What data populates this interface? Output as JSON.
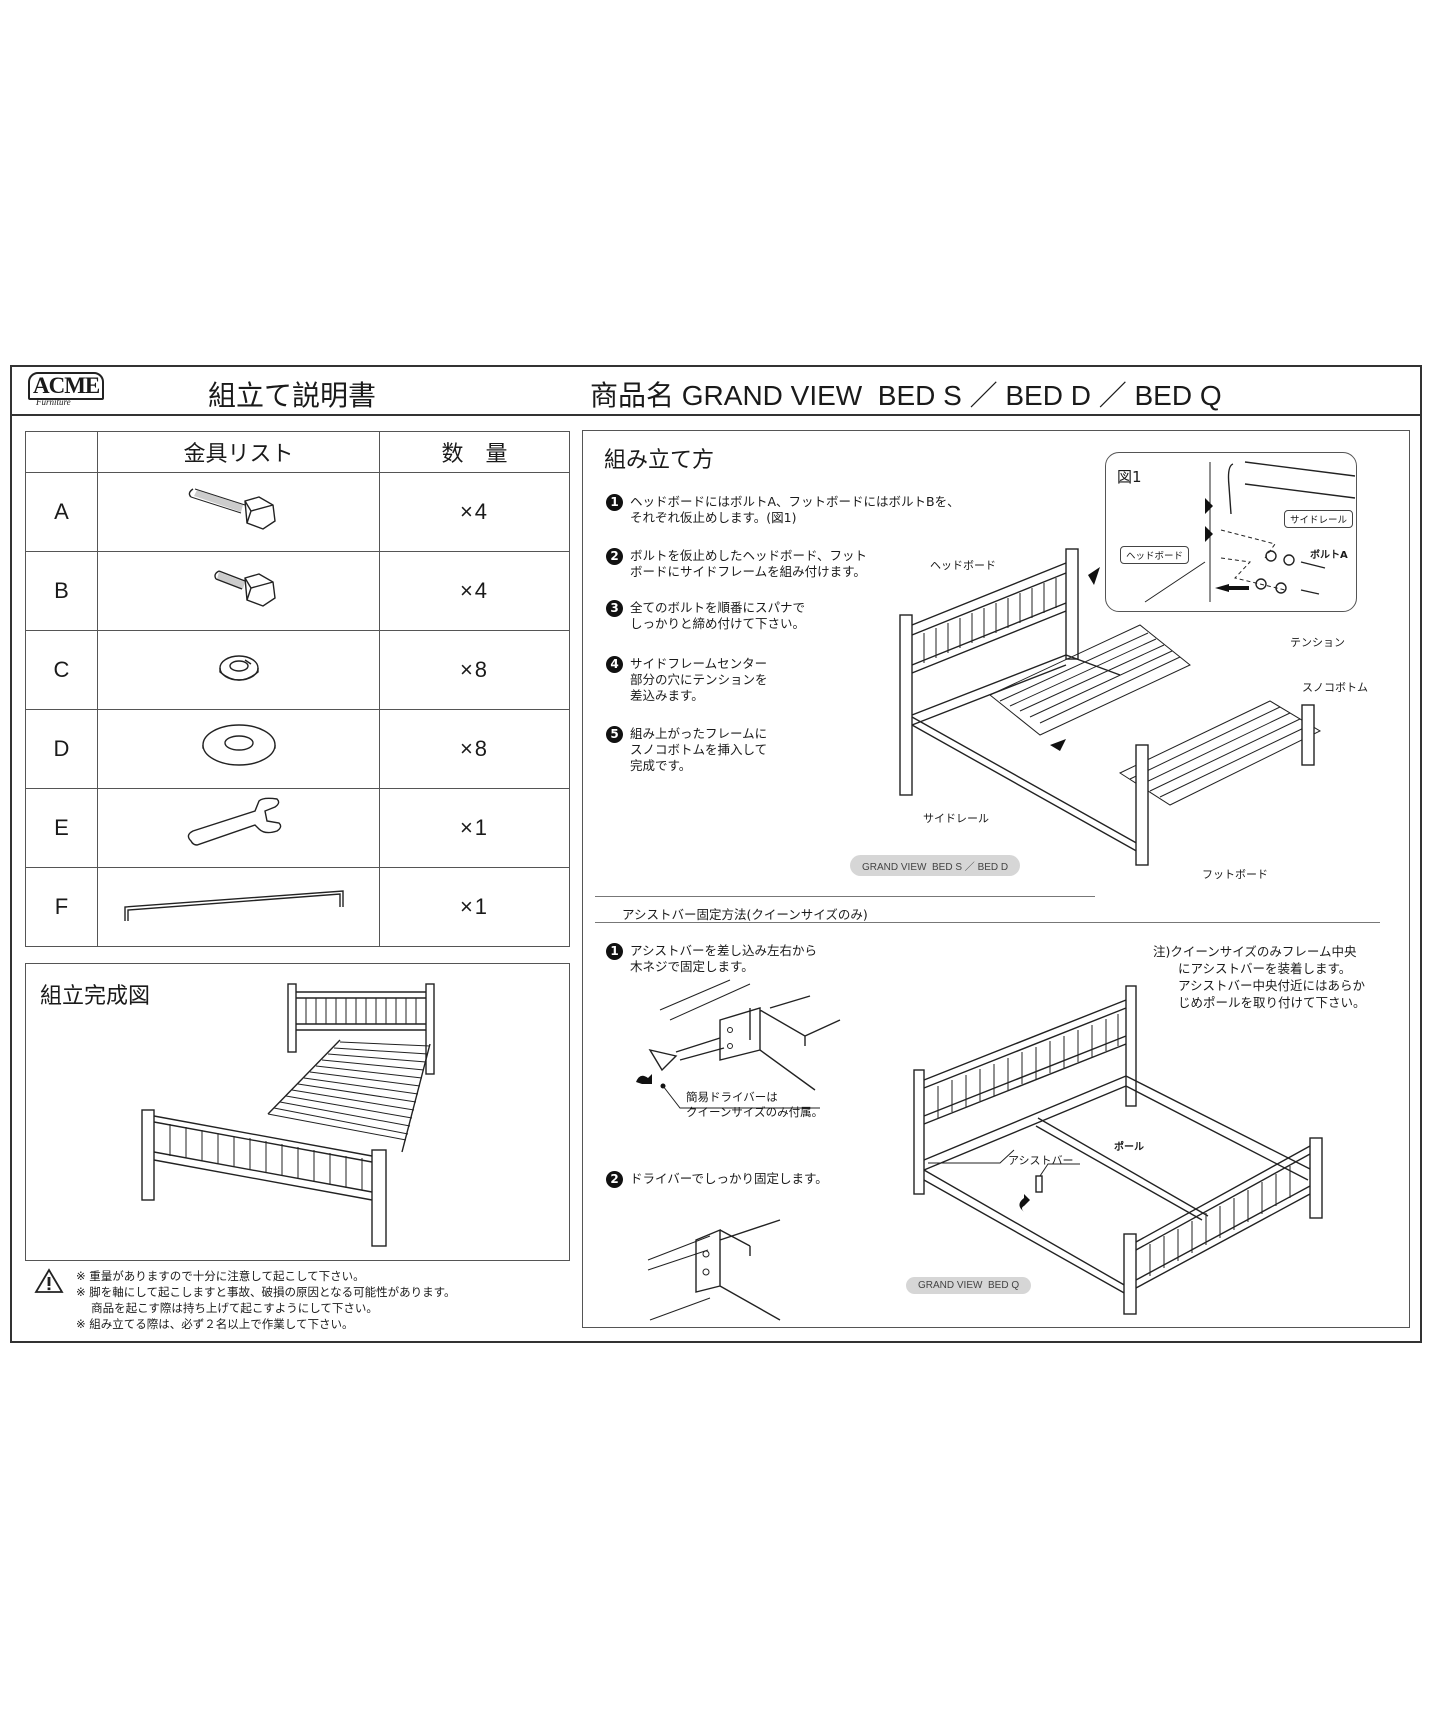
{
  "header": {
    "logo_main": "ACME",
    "logo_sub": "Furniture",
    "doc_title": "組立て説明書",
    "product_title": "商品名 GRAND VIEW  BED S ／ BED D ／ BED Q"
  },
  "parts_table": {
    "columns": [
      "",
      "金具リスト",
      "数　量"
    ],
    "rows": [
      {
        "label": "A",
        "icon": "long-hex-bolt-icon",
        "qty": "×4"
      },
      {
        "label": "B",
        "icon": "short-hex-bolt-icon",
        "qty": "×4"
      },
      {
        "label": "C",
        "icon": "spring-washer-icon",
        "qty": "×8"
      },
      {
        "label": "D",
        "icon": "flat-washer-icon",
        "qty": "×8"
      },
      {
        "label": "E",
        "icon": "wrench-icon",
        "qty": "×1"
      },
      {
        "label": "F",
        "icon": "hex-key-icon",
        "qty": "×1"
      }
    ]
  },
  "completion": {
    "title": "組立完成図"
  },
  "warnings": {
    "icon": "warning-triangle-icon",
    "lines": [
      "※ 重量がありますので十分に注意して起こして下さい。",
      "※ 脚を軸にして起こしますと事故、破損の原因となる可能性があります。",
      "　 商品を起こす際は持ち上げて起こすようにして下さい。",
      "※ 組み立てる際は、必ず２名以上で作業して下さい。"
    ]
  },
  "assembly": {
    "title": "組み立て方",
    "steps": [
      {
        "num": "1",
        "text": "ヘッドボードにはボルトA、フットボードにはボルトBを、\nそれぞれ仮止めします。(図1)"
      },
      {
        "num": "2",
        "text": "ボルトを仮止めしたヘッドボード、フット\nボードにサイドフレームを組み付けます。"
      },
      {
        "num": "3",
        "text": "全てのボルトを順番にスパナで\nしっかりと締め付けて下さい。"
      },
      {
        "num": "4",
        "text": "サイドフレームセンター\n部分の穴にテンションを\n差込みます。"
      },
      {
        "num": "5",
        "text": "組み上がったフレームに\nスノコボトムを挿入して\n完成です。"
      }
    ],
    "figure1": {
      "title": "図1",
      "tag_side_rail": "サイドレール",
      "tag_headboard": "ヘッドボード",
      "label_bolt_a": "ボルトA"
    },
    "callouts": {
      "headboard": "ヘッドボード",
      "tension": "テンション",
      "slat_bottom": "スノコボトム",
      "side_rail": "サイドレール",
      "footboard": "フットボード"
    },
    "model_pill": "GRAND VIEW  BED S ／ BED D"
  },
  "assist_bar": {
    "title": "アシストバー固定方法(クイーンサイズのみ)",
    "steps": [
      {
        "num": "1",
        "text": "アシストバーを差し込み左右から\n木ネジで固定します。"
      },
      {
        "num": "2",
        "text": "ドライバーでしっかり固定します。"
      }
    ],
    "driver_note": "簡易ドライバーは\nクイーンサイズのみ付属。",
    "note": "注)クイーンサイズのみフレーム中央\n　　にアシストバーを装着します。\n　　アシストバー中央付近にはあらか\n　　じめポールを取り付けて下さい。",
    "callouts": {
      "assist_bar": "アシストバー",
      "pole": "ポール"
    },
    "model_pill": "GRAND VIEW  BED Q"
  }
}
